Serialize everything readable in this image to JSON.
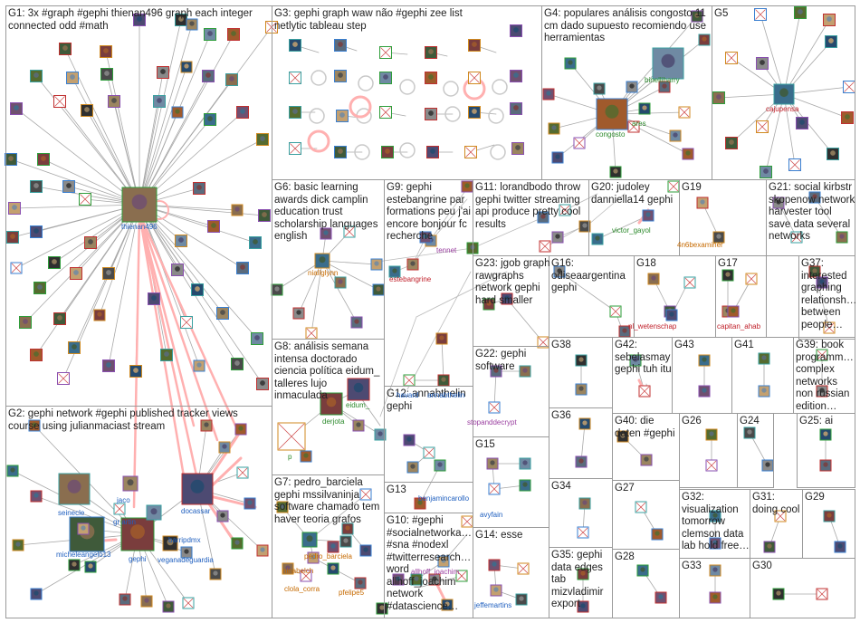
{
  "panels": [
    {
      "id": "G1",
      "title": "G1: 3x #graph #gephi thienan496 graph each integer connected odd #math"
    },
    {
      "id": "G2",
      "title": "G2: gephi network #gephi published tracker views course using julianmaciast stream"
    },
    {
      "id": "G3",
      "title": "G3: gephi graph waw não #gephi zee list netlytic tableau step"
    },
    {
      "id": "G4",
      "title": "G4: populares análisis congosto 11 cm dado supuesto recomiendo use herramientas"
    },
    {
      "id": "G5",
      "title": "G5"
    },
    {
      "id": "G6",
      "title": "G6: basic learning awards dick camplin education trust scholarship languages english"
    },
    {
      "id": "G7",
      "title": "G7: pedro_barciela gephi mssilvaninja software chamado tem haver teoria grafos"
    },
    {
      "id": "G8",
      "title": "G8: análisis semana intensa doctorado ciencia política eidum_ talleres lujo inmaculada"
    },
    {
      "id": "G9",
      "title": "G9: gephi estebangrine par formations peu j'ai encore bonjour fc recherche"
    },
    {
      "id": "G10",
      "title": "G10: #gephi #socialnetworka… #sna #nodexl #twitterresearch… word allhoff_joachim network #datascience…"
    },
    {
      "id": "G11",
      "title": "G11: lorandbodo throw gephi twitter streaming api produce pretty cool results"
    },
    {
      "id": "G12",
      "title": "G12: annabthelin gephi"
    },
    {
      "id": "G13",
      "title": "G13"
    },
    {
      "id": "G14",
      "title": "G14: esse"
    },
    {
      "id": "G15",
      "title": "G15"
    },
    {
      "id": "G16",
      "title": "G16: odiseaargentina gephi"
    },
    {
      "id": "G17",
      "title": "G17"
    },
    {
      "id": "G18",
      "title": "G18"
    },
    {
      "id": "G19",
      "title": "G19"
    },
    {
      "id": "G20",
      "title": "G20: judoley danniella14 gephi"
    },
    {
      "id": "G21",
      "title": "G21: social kirbstr skopenow network harvester tool save data several networks"
    },
    {
      "id": "G22",
      "title": "G22: gephi software"
    },
    {
      "id": "G23",
      "title": "G23: jgob graph rawgraphs network gephi hard smaller"
    },
    {
      "id": "G24",
      "title": "G24"
    },
    {
      "id": "G25",
      "title": "G25: ai"
    },
    {
      "id": "G26",
      "title": "G26"
    },
    {
      "id": "G27",
      "title": "G27"
    },
    {
      "id": "G28",
      "title": "G28"
    },
    {
      "id": "G29",
      "title": "G29"
    },
    {
      "id": "G30",
      "title": "G30"
    },
    {
      "id": "G31",
      "title": "G31: doing cool"
    },
    {
      "id": "G32",
      "title": "G32: visualization tomorrow clemson data lab hold free…"
    },
    {
      "id": "G33",
      "title": "G33"
    },
    {
      "id": "G34",
      "title": "G34"
    },
    {
      "id": "G35",
      "title": "G35: gephi data edges tab mizvladimir export"
    },
    {
      "id": "G36",
      "title": "G36"
    },
    {
      "id": "G37",
      "title": "G37: interested graphing relationsh… between people…"
    },
    {
      "id": "G38",
      "title": "G38"
    },
    {
      "id": "G39",
      "title": "G39: book programm… complex networks non russian edition…"
    },
    {
      "id": "G40",
      "title": "G40: die daten #gephi"
    },
    {
      "id": "G41",
      "title": "G41"
    },
    {
      "id": "G42",
      "title": "G42: sebelasmay gephi tuh itu"
    },
    {
      "id": "G43",
      "title": "G43"
    }
  ],
  "node_labels": [
    {
      "id": "thienan496",
      "text": "thienan496"
    },
    {
      "id": "seinecle",
      "text": "seinecle"
    },
    {
      "id": "micheleangelo13",
      "text": "micheleangelo13"
    },
    {
      "id": "gephi",
      "text": "gephi"
    },
    {
      "id": "jacomyma",
      "text": "jaco"
    },
    {
      "id": "martin",
      "text": "gr       artin"
    },
    {
      "id": "barripdmx",
      "text": "barripdmx"
    },
    {
      "id": "veganadeguardia",
      "text": "veganadeguardia"
    },
    {
      "id": "docassar",
      "text": "docassar"
    },
    {
      "id": "binelliharry",
      "text": "binelliharry"
    },
    {
      "id": "congosto",
      "text": "congosto"
    },
    {
      "id": "ares",
      "text": "ares"
    },
    {
      "id": "cajupensa",
      "text": "cajupensa"
    },
    {
      "id": "niallglynn",
      "text": "niallglynn"
    },
    {
      "id": "estebangrine",
      "text": "estebangrine"
    },
    {
      "id": "tennet",
      "text": "tennet"
    },
    {
      "id": "victor_gayol",
      "text": "victor_gayol"
    },
    {
      "id": "4n6bexaminer",
      "text": "4n6bexaminer"
    },
    {
      "id": "derjota",
      "text": "derjota"
    },
    {
      "id": "eidum",
      "text": "eidum_"
    },
    {
      "id": "p",
      "text": "p"
    },
    {
      "id": "havard",
      "text": "havard"
    },
    {
      "id": "annabthelin",
      "text": "annabthelin"
    },
    {
      "id": "stopanddecrypt",
      "text": "stopanddecrypt"
    },
    {
      "id": "nl_wetenschap",
      "text": "nl_wetenschap"
    },
    {
      "id": "capitan_ahab",
      "text": "capitan_ahab"
    },
    {
      "id": "ninabelch",
      "text": "ninabelch"
    },
    {
      "id": "pedro_barciela",
      "text": "pedro_barciela"
    },
    {
      "id": "clola_corra",
      "text": "clola_corra"
    },
    {
      "id": "pfelipe5",
      "text": "pfelipe5"
    },
    {
      "id": "benjamincarollo",
      "text": "benjamincarollo"
    },
    {
      "id": "avyfain",
      "text": "avyfain"
    },
    {
      "id": "allhoff_joachim",
      "text": "allhoff_joachim"
    },
    {
      "id": "jeffemartins",
      "text": "jeffemartins"
    }
  ],
  "colors": {
    "edge": "#a8a8a8",
    "highlight_edge": "#ffb0b0",
    "panel_border": "#9a9a9a",
    "label_blue": "#1f5fbf",
    "label_green": "#2c8a2c",
    "label_red": "#c0202a",
    "label_orange": "#c66a00",
    "label_purple": "#9a3fa0"
  }
}
